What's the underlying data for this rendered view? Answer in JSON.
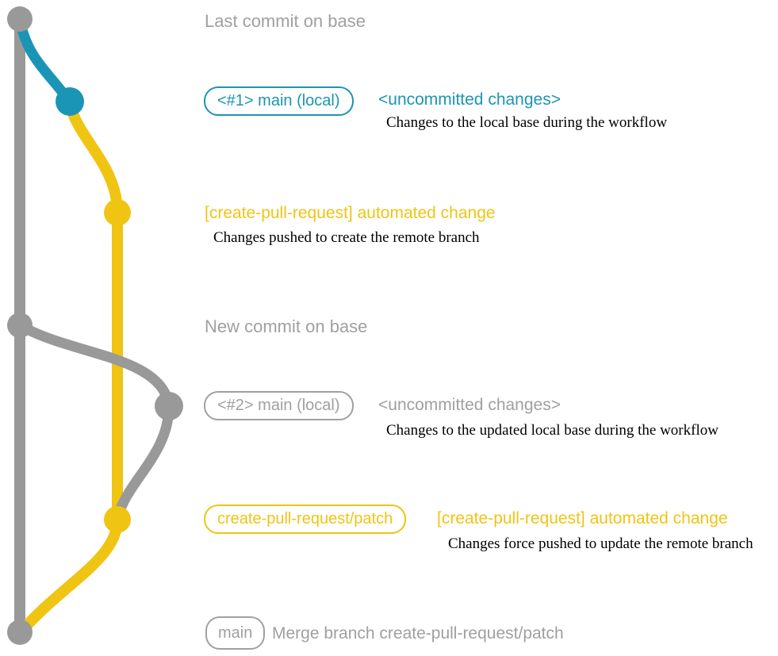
{
  "diagram": {
    "type": "git-branch-workflow",
    "colors": {
      "base_branch": "#999999",
      "local_main_branch": "#1b95b5",
      "pull_request_branch": "#f0c413",
      "annotation_gray": "#a0a0a0",
      "description_black": "#000000"
    },
    "events": [
      {
        "label": "Last commit on base"
      },
      {
        "tag": "<#1> main (local)",
        "title": "<uncommitted changes>",
        "description": "Changes to the local base during the workflow"
      },
      {
        "title": "[create-pull-request] automated change",
        "description": "Changes pushed to create the remote branch"
      },
      {
        "label": "New commit on base"
      },
      {
        "tag": "<#2> main (local)",
        "title": "<uncommitted changes>",
        "description": "Changes to the updated local base during the workflow"
      },
      {
        "tag": "create-pull-request/patch",
        "title": "[create-pull-request] automated change",
        "description": "Changes force pushed to update the remote branch"
      },
      {
        "tag": "main",
        "label": "Merge branch create-pull-request/patch"
      }
    ]
  }
}
